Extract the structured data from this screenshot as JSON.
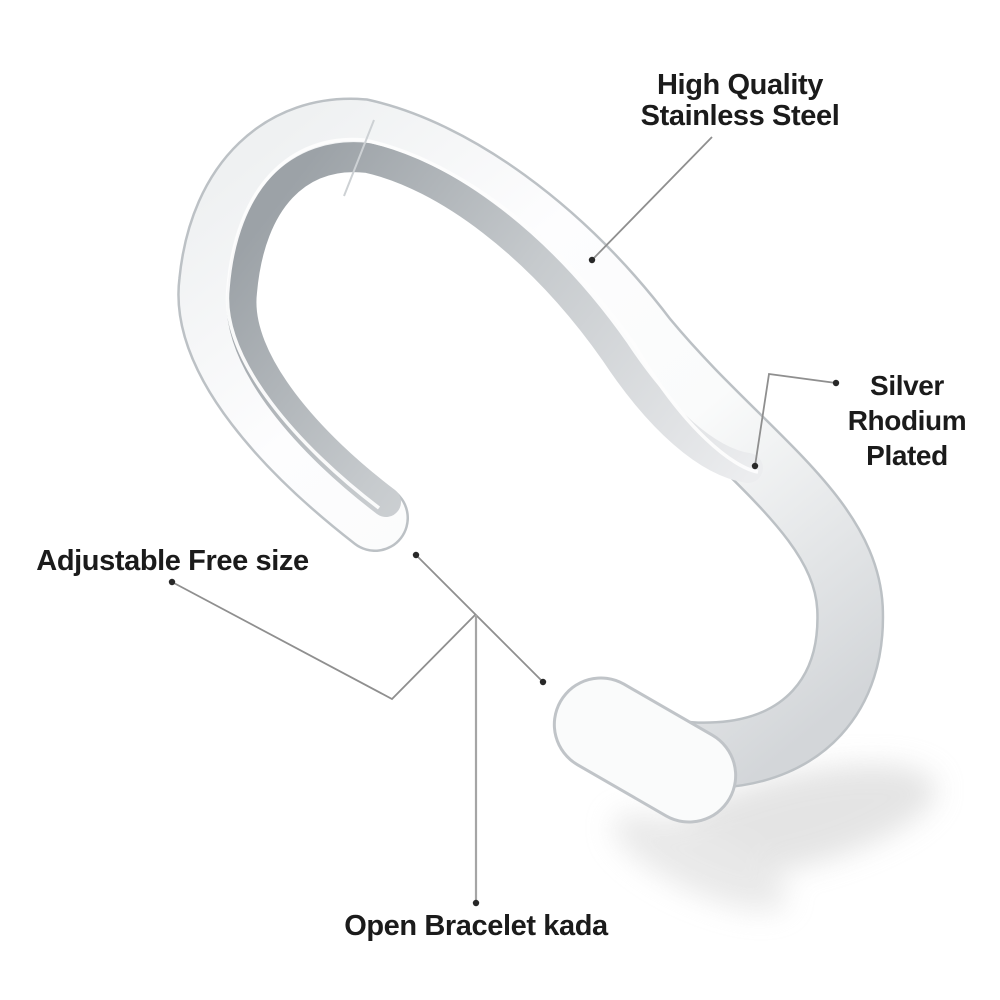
{
  "product": {
    "kind": "open-cuff-bracelet",
    "finish_colors": {
      "face_light": "#fefefe",
      "face_shade": "#d3d6d9",
      "inner_wall_dark": "#9ca2a7",
      "inner_wall_light": "#ecedef",
      "rim": "#bcc1c5",
      "shadow": "#d6d6d6"
    }
  },
  "annotation_style": {
    "text_color": "#1b1b1b",
    "line_color": "#8f8f8f",
    "stem_line_color": "#a5a5a5",
    "dot_color": "#282828"
  },
  "callouts": [
    {
      "id": "material",
      "lines": [
        "High Quality",
        "Stainless Steel"
      ]
    },
    {
      "id": "plating",
      "lines": [
        "Silver",
        "Rhodium",
        "Plated"
      ]
    },
    {
      "id": "size",
      "lines": [
        "Adjustable Free size"
      ]
    },
    {
      "id": "style",
      "lines": [
        "Open Bracelet kada"
      ]
    }
  ]
}
